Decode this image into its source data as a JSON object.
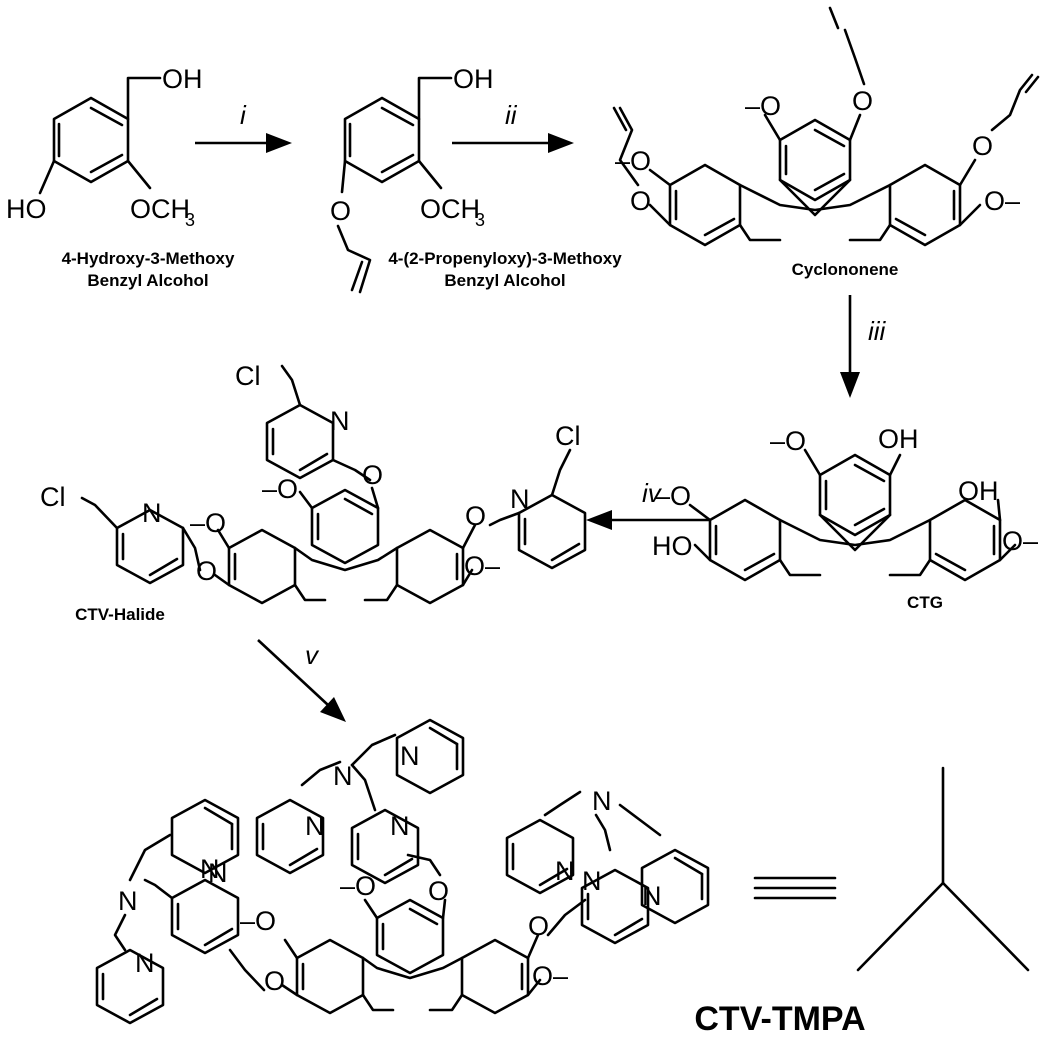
{
  "compounds": {
    "c1": {
      "label_line1": "4-Hydroxy-3-Methoxy",
      "label_line2": "Benzyl Alcohol"
    },
    "c2": {
      "label_line1": "4-(2-Propenyloxy)-3-Methoxy",
      "label_line2": "Benzyl Alcohol"
    },
    "c3": {
      "label": "Cyclononene"
    },
    "c4": {
      "label": "CTG"
    },
    "c5": {
      "label": "CTV-Halide"
    },
    "c6": {
      "label": "CTV-TMPA"
    }
  },
  "steps": [
    "i",
    "ii",
    "iii",
    "iv",
    "v"
  ],
  "atoms": {
    "oh": "OH",
    "ho": "HO",
    "o": "O",
    "n": "N",
    "cl": "Cl",
    "och": "OCH",
    "three": "3",
    "methoxy": "–O",
    "methoxy_r": "O–"
  }
}
